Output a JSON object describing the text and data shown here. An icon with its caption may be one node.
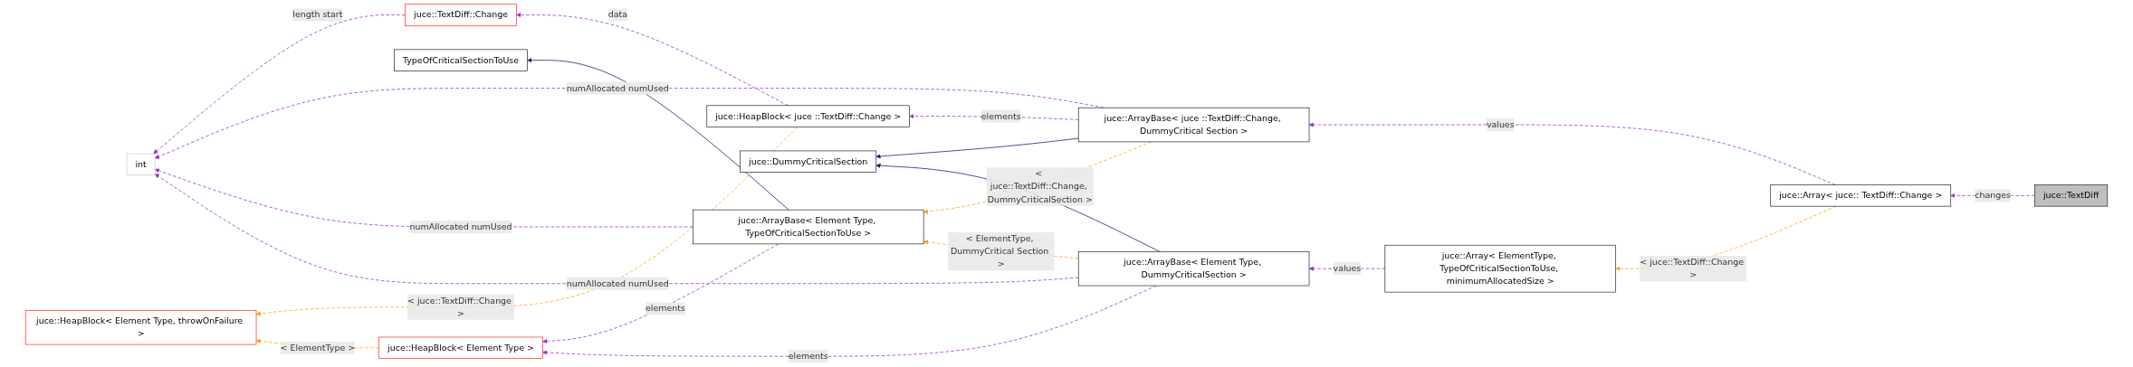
{
  "diagram": {
    "nodes": [
      {
        "text": [
          "int"
        ]
      },
      {
        "text": [
          "juce::HeapBlock< Element Type, throwOnFailure >"
        ]
      },
      {
        "text": [
          "juce::TextDiff::Change"
        ]
      },
      {
        "text": [
          "TypeOfCriticalSectionToUse"
        ]
      },
      {
        "text": [
          "juce::HeapBlock< Element Type >"
        ]
      },
      {
        "text": [
          "juce::HeapBlock< juce ::TextDiff::Change >"
        ]
      },
      {
        "text": [
          "juce::ArrayBase< Element Type, TypeOfCriticalSectionToUse >"
        ]
      },
      {
        "text": [
          "juce::DummyCriticalSection"
        ]
      },
      {
        "text": [
          "juce::ArrayBase< juce ::TextDiff::Change, DummyCritical Section >"
        ]
      },
      {
        "text": [
          "juce::ArrayBase< Element Type, DummyCriticalSection >"
        ]
      },
      {
        "text": [
          "juce::Array< ElementType, TypeOfCriticalSectionToUse, minimumAllocatedSize >"
        ]
      },
      {
        "text": [
          "juce::Array< juce:: TextDiff::Change >"
        ]
      },
      {
        "text": [
          "juce::TextDiff"
        ]
      }
    ],
    "edges": [
      {
        "from": 2,
        "to": 0,
        "arrow": "to",
        "label": "length start",
        "style": "dashed"
      },
      {
        "from": 8,
        "to": 0,
        "arrow": "to",
        "label": "numAllocated numUsed",
        "style": "dashed"
      },
      {
        "from": 6,
        "to": 0,
        "arrow": "to",
        "label": "numAllocated numUsed",
        "style": "dashed"
      },
      {
        "from": 9,
        "to": 0,
        "arrow": "to",
        "label": "numAllocated numUsed",
        "style": "dashed"
      },
      {
        "from": 5,
        "to": 2,
        "arrow": "to",
        "label": "data",
        "style": "dashed"
      },
      {
        "from": 5,
        "to": 1,
        "arrow": "to",
        "label": "< juce::TextDiff::Change >",
        "style": "dashed",
        "color": "#ffa500"
      },
      {
        "from": 4,
        "to": 1,
        "arrow": "to",
        "label": "< ElementType >",
        "style": "dashed",
        "color": "#ffa500"
      },
      {
        "from": 6,
        "to": 3,
        "arrow": "to",
        "color": "#191970"
      },
      {
        "from": 6,
        "to": 4,
        "arrow": "to",
        "label": "elements",
        "style": "dashed"
      },
      {
        "from": 9,
        "to": 4,
        "arrow": "to",
        "label": "elements",
        "style": "dashed"
      },
      {
        "from": 8,
        "to": 5,
        "arrow": "to",
        "label": "elements",
        "style": "dashed"
      },
      {
        "from": 8,
        "to": 6,
        "arrow": "to",
        "label": "< juce::TextDiff::Change, DummyCriticalSection >",
        "style": "dashed",
        "color": "#ffa500"
      },
      {
        "from": 9,
        "to": 6,
        "arrow": "to",
        "label": "< ElementType, DummyCritical Section >",
        "style": "dashed",
        "color": "#ffa500"
      },
      {
        "from": 8,
        "to": 7,
        "arrow": "to",
        "color": "#191970"
      },
      {
        "from": 9,
        "to": 7,
        "arrow": "to",
        "color": "#191970"
      },
      {
        "from": 10,
        "to": 9,
        "arrow": "to",
        "label": "values",
        "style": "dashed"
      },
      {
        "from": 11,
        "to": 8,
        "arrow": "to",
        "label": "values",
        "style": "dashed"
      },
      {
        "from": 11,
        "to": 10,
        "arrow": "to",
        "label": "< juce::TextDiff::Change >",
        "style": "dashed",
        "color": "#ffa500"
      },
      {
        "from": 12,
        "to": 11,
        "arrow": "to",
        "label": "changes",
        "style": "dashed"
      }
    ]
  }
}
